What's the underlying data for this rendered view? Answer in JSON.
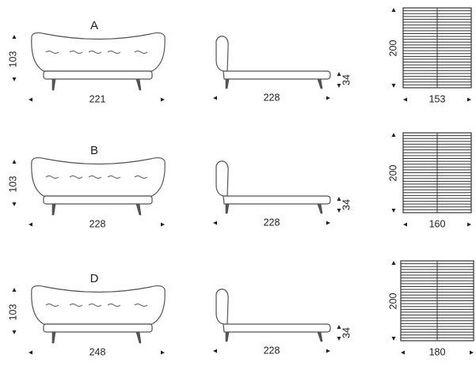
{
  "rows": [
    {
      "model": "A",
      "front_height": "103",
      "front_width": "221",
      "side_length": "228",
      "side_height": "34",
      "base_length": "200",
      "base_width": "153"
    },
    {
      "model": "B",
      "front_height": "103",
      "front_width": "228",
      "side_length": "228",
      "side_height": "34",
      "base_length": "200",
      "base_width": "160"
    },
    {
      "model": "D",
      "front_height": "103",
      "front_width": "248",
      "side_length": "228",
      "side_height": "34",
      "base_length": "200",
      "base_width": "180"
    }
  ]
}
